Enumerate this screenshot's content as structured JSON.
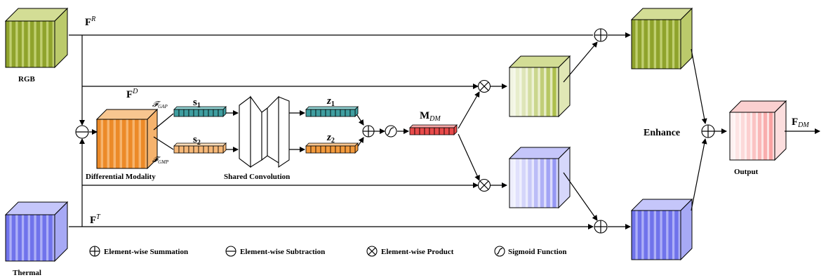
{
  "colors": {
    "rgb_main": "#a4b83a",
    "rgb_dark": "#7e9120",
    "rgb_light": "#d3dd95",
    "thermal_main": "#8a8cf2",
    "thermal_dark": "#5b5ee6",
    "thermal_light": "#c5c6fa",
    "diff_main": "#f39a3c",
    "diff_dark": "#e57e17",
    "diff_light": "#f8c690",
    "output_main": "#f89898",
    "output_light": "#fbd0d0",
    "teal": "#3f9ea0",
    "peach": "#f6b878",
    "red_bar": "#e84a4a"
  },
  "inputs": {
    "rgb_label": "RGB",
    "thermal_label": "Thermal",
    "rgb_feature": "F",
    "rgb_feature_sup": "R",
    "thermal_feature": "F",
    "thermal_feature_sup": "T"
  },
  "differential": {
    "feature": "F",
    "feature_sup": "D",
    "caption": "Differential Modality",
    "gap_label": "𝓕",
    "gap_sub": "GAP",
    "gmp_label": "𝓕",
    "gmp_sub": "GMP"
  },
  "vectors": {
    "s1": "s",
    "s1_sub": "1",
    "s2": "s",
    "s2_sub": "2",
    "z1": "z",
    "z1_sub": "1",
    "z2": "z",
    "z2_sub": "2",
    "m": "M",
    "m_sub": "DM"
  },
  "shared_conv_caption": "Shared Convolution",
  "enhance_label": "Enhance",
  "output": {
    "caption": "Output",
    "feature": "F",
    "feature_sub": "DM"
  },
  "legend": [
    {
      "symbol": "sum",
      "label": "Element-wise Summation"
    },
    {
      "symbol": "sub",
      "label": "Element-wise Subtraction"
    },
    {
      "symbol": "prod",
      "label": "Element-wise Product"
    },
    {
      "symbol": "sig",
      "label": "Sigmoid Function"
    }
  ]
}
